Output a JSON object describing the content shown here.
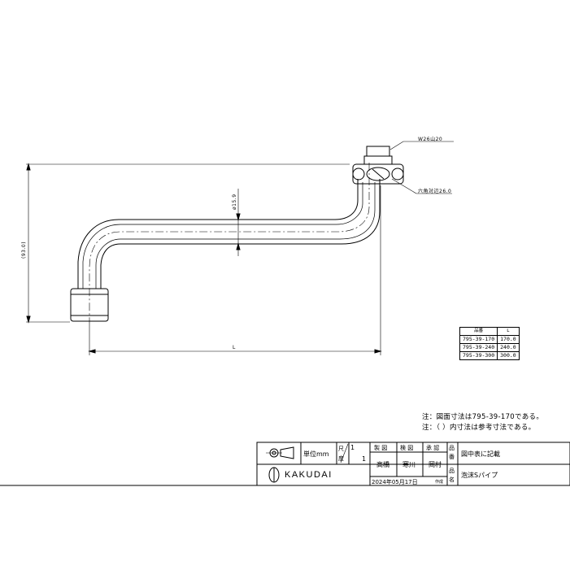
{
  "dimensions": {
    "thread": "W26山20",
    "hex": "六角対辺26.0",
    "diameter": "ø15.9",
    "height": "(93.0)",
    "length": "L"
  },
  "variant_table": {
    "headers": [
      "品番",
      "L"
    ],
    "rows": [
      [
        "795-39-170",
        "170.0"
      ],
      [
        "795-39-240",
        "240.0"
      ],
      [
        "795-39-300",
        "300.0"
      ]
    ]
  },
  "notes": [
    "注：図面寸法は795-39-170である。",
    "注：（ ）内寸法は参考寸法である。"
  ],
  "title_block": {
    "unit": "単位mm",
    "scale_label": "尺度",
    "scale_num": "1",
    "scale_den": "1",
    "role_design": "製 図",
    "role_check": "検 図",
    "role_approve": "承 認",
    "name_design": "高橋",
    "name_check": "寒川",
    "name_approve": "岡村",
    "part_no_label": "品番",
    "part_no_value": "図中表に記載",
    "part_name_label": "品名",
    "part_name_value": "泡沫Sパイプ",
    "date": "2024年05月17日",
    "date_suffix": "作成",
    "logo": "KAKUDAI"
  }
}
